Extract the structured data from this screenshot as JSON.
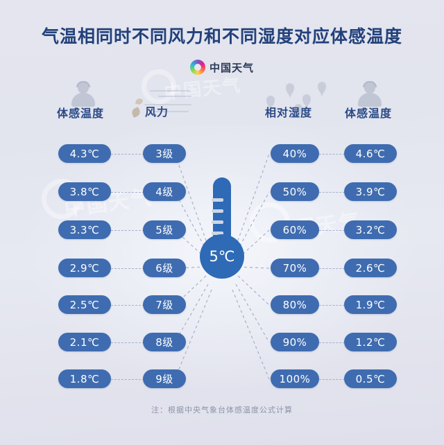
{
  "title": "气温相同时不同风力和不同湿度对应体感温度",
  "logo": {
    "text": "中国天气",
    "mark": "swirl-logo-icon"
  },
  "center": {
    "label": "5℃",
    "icon": "thermometer-icon"
  },
  "headers": {
    "left_temp": "体感温度",
    "wind": "风力",
    "humidity": "相对湿度",
    "right_temp": "体感温度"
  },
  "icons": {
    "person": "person-icon",
    "wind": "wind-icon",
    "raindrops": "raindrop-icon"
  },
  "watermark": "中国天气",
  "note": "注：根据中央气象台体感温度公式计算",
  "colors": {
    "pill": "#3f6cb0",
    "thermometer": "#2e6ab5",
    "title": "#22407a",
    "background": "#e3e4ee",
    "dash": "#9aa6c0"
  },
  "chart_data": {
    "type": "table",
    "title": "气温相同时不同风力和不同湿度对应体感温度",
    "base_temperature": "5℃",
    "note": "注：根据中央气象台体感温度公式计算",
    "wind_series": {
      "name": "风力",
      "value_label": "体感温度",
      "categories": [
        "3级",
        "4级",
        "5级",
        "6级",
        "7级",
        "8级",
        "9级"
      ],
      "values": [
        "4.3℃",
        "3.8℃",
        "3.3℃",
        "2.9℃",
        "2.5℃",
        "2.1℃",
        "1.8℃"
      ],
      "numeric_values": [
        4.3,
        3.8,
        3.3,
        2.9,
        2.5,
        2.1,
        1.8
      ]
    },
    "humidity_series": {
      "name": "相对湿度",
      "value_label": "体感温度",
      "categories": [
        "40%",
        "50%",
        "60%",
        "70%",
        "80%",
        "90%",
        "100%"
      ],
      "values": [
        "4.6℃",
        "3.9℃",
        "3.2℃",
        "2.6℃",
        "1.9℃",
        "1.2℃",
        "0.5℃"
      ],
      "numeric_values": [
        4.6,
        3.9,
        3.2,
        2.6,
        1.9,
        1.2,
        0.5
      ]
    }
  },
  "rows": {
    "left_temps": [
      "4.3℃",
      "3.8℃",
      "3.3℃",
      "2.9℃",
      "2.5℃",
      "2.1℃",
      "1.8℃"
    ],
    "winds": [
      "3级",
      "4级",
      "5级",
      "6级",
      "7级",
      "8级",
      "9级"
    ],
    "humidities": [
      "40%",
      "50%",
      "60%",
      "70%",
      "80%",
      "90%",
      "100%"
    ],
    "right_temps": [
      "4.6℃",
      "3.9℃",
      "3.2℃",
      "2.6℃",
      "1.9℃",
      "1.2℃",
      "0.5℃"
    ]
  }
}
